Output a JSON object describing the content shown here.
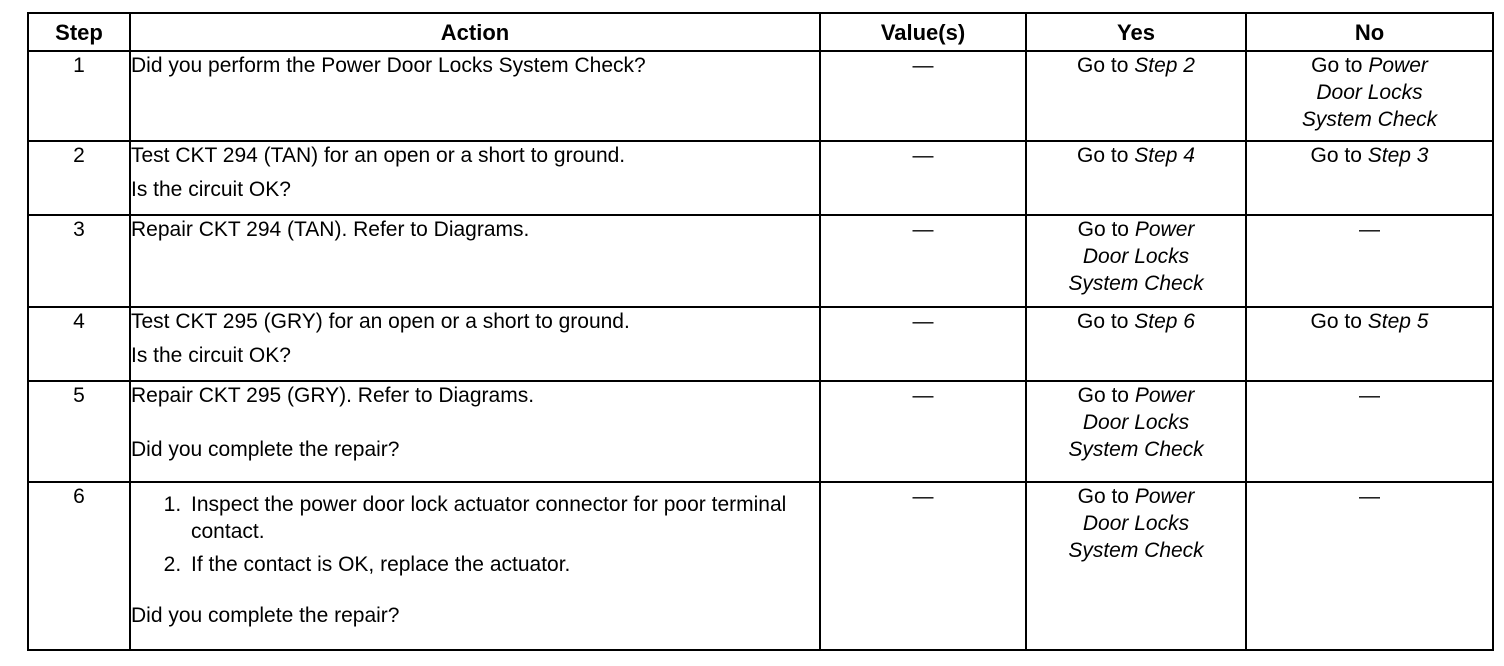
{
  "headers": {
    "step": "Step",
    "action": "Action",
    "values": "Value(s)",
    "yes": "Yes",
    "no": "No"
  },
  "rows": [
    {
      "step": "1",
      "action_1": "Did you perform the Power Door Locks System Check?",
      "value": "—",
      "yes_prefix": "Go to",
      "yes_ref": "Step 2",
      "no_prefix": "Go to",
      "no_ref_1": "Power",
      "no_ref_2": "Door Locks",
      "no_ref_3": "System Check"
    },
    {
      "step": "2",
      "action_1": "Test CKT 294 (TAN) for an open or a short to ground.",
      "action_2": "Is the circuit OK?",
      "value": "—",
      "yes_prefix": "Go to",
      "yes_ref": "Step 4",
      "no_prefix": "Go to",
      "no_ref": "Step 3"
    },
    {
      "step": "3",
      "action_1": "Repair CKT 294 (TAN). Refer to Diagrams.",
      "value": "—",
      "yes_prefix": "Go to",
      "yes_ref_1": "Power",
      "yes_ref_2": "Door Locks",
      "yes_ref_3": "System Check",
      "no": "—"
    },
    {
      "step": "4",
      "action_1": "Test CKT 295 (GRY) for an open or a short to ground.",
      "action_2": "Is the circuit OK?",
      "value": "—",
      "yes_prefix": "Go to",
      "yes_ref": "Step 6",
      "no_prefix": "Go to",
      "no_ref": "Step 5"
    },
    {
      "step": "5",
      "action_1": "Repair CKT 295 (GRY). Refer to Diagrams.",
      "action_2": "Did you complete the repair?",
      "value": "—",
      "yes_prefix": "Go to",
      "yes_ref_1": "Power",
      "yes_ref_2": "Door Locks",
      "yes_ref_3": "System Check",
      "no": "—"
    },
    {
      "step": "6",
      "list": [
        "Inspect the power door lock actuator connector for poor terminal contact.",
        "If the contact is OK, replace the actuator."
      ],
      "action_2": "Did you complete the repair?",
      "value": "—",
      "yes_prefix": "Go to",
      "yes_ref_1": "Power",
      "yes_ref_2": "Door Locks",
      "yes_ref_3": "System Check",
      "no": "—"
    }
  ]
}
